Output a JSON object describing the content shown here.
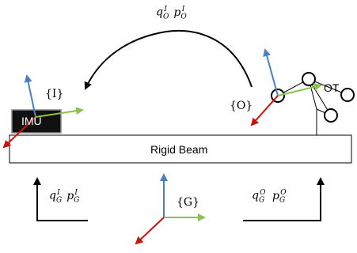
{
  "transforms": {
    "top": {
      "q": "q",
      "p": "p",
      "sub": "O",
      "sup": "I"
    },
    "left": {
      "q": "q",
      "p": "p",
      "sub": "G",
      "sup": "I"
    },
    "right": {
      "q": "q",
      "p": "p",
      "sub": "G",
      "sup": "O"
    }
  },
  "frames": {
    "imu": "{I}",
    "ot": "{O}",
    "global": "{G}"
  },
  "labels": {
    "imu_box": "IMU",
    "ot": "OT",
    "beam": "Rigid Beam"
  },
  "colors": {
    "axis_x": "#cc1111",
    "axis_y": "#8bc34a",
    "axis_z": "#4a7fc1",
    "imu_fill": "#111111"
  }
}
